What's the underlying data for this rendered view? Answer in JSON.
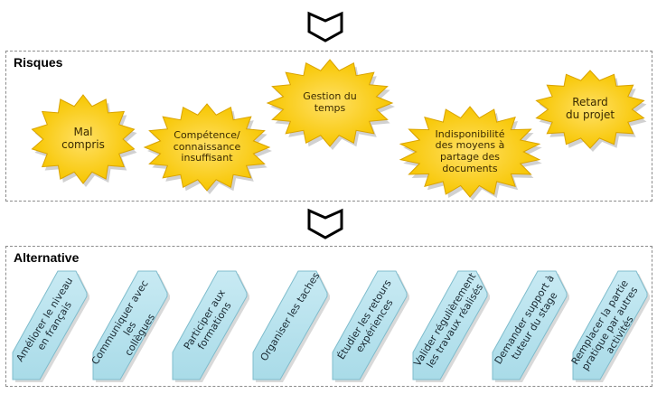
{
  "colors": {
    "star_fill": "#f7c600",
    "star_stroke": "#d9a300",
    "arrow_fill": "#a9dbe8",
    "arrow_stroke": "#7fbccc",
    "border": "#8c8c8c"
  },
  "risks": {
    "title": "Risques",
    "items": [
      {
        "label": "Mal\ncompris"
      },
      {
        "label": "Compétence/\nconnaissance\ninsuffisant"
      },
      {
        "label": "Gestion du\ntemps"
      },
      {
        "label": "Indisponibilité\ndes moyens à\npartage des\ndocuments"
      },
      {
        "label": "Retard\ndu projet"
      }
    ]
  },
  "alternative": {
    "title": "Alternative",
    "items": [
      {
        "label": "Améliorer le niveau\nen français"
      },
      {
        "label": "Communiquer avec les\ncollègues"
      },
      {
        "label": "Participer aux\nformations"
      },
      {
        "label": "Organiser les taches"
      },
      {
        "label": "Étudier les retours\nexpériences"
      },
      {
        "label": "Valider régulièrement\nles travaux réalisés"
      },
      {
        "label": "Demander support à\ntuteur du stage"
      },
      {
        "label": "Remplacer la partie\npratique par autres\nactivités"
      }
    ]
  }
}
